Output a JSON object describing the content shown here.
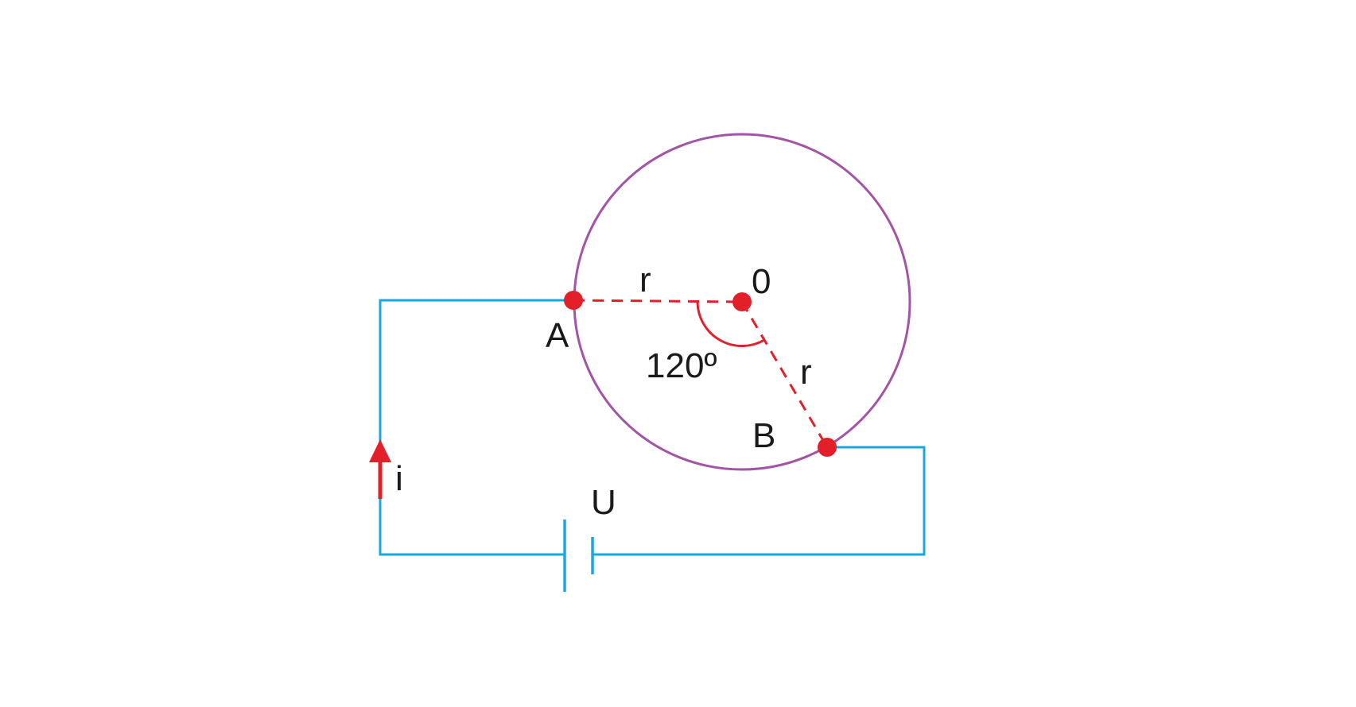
{
  "diagram": {
    "labels": {
      "point_a": "A",
      "point_b": "B",
      "center": "0",
      "radius_upper": "r",
      "radius_lower": "r",
      "angle": "120º",
      "current": "i",
      "voltage": "U"
    },
    "colors": {
      "wire": "#1aa7dd",
      "ring": "#a354a6",
      "points": "#e3202a",
      "radius_lines": "#e3202a",
      "angle_arc": "#e3202a",
      "current_arrow": "#e3202a",
      "text": "#1a1a1a"
    },
    "angle_degrees": 120
  }
}
